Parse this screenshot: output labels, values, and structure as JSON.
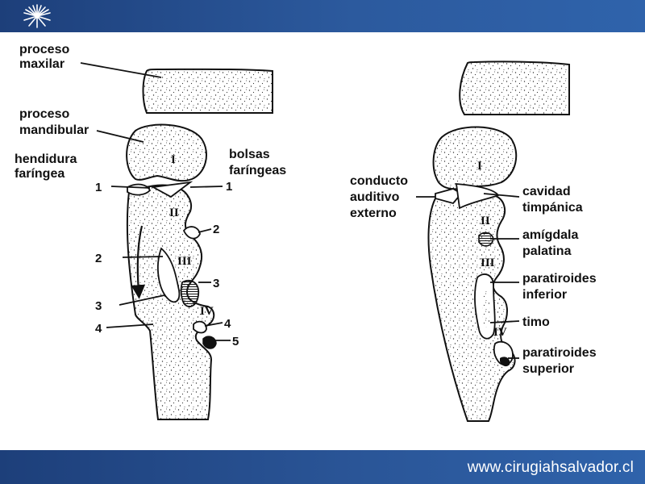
{
  "footer": {
    "url": "www.cirugiahsalvador.cl"
  },
  "left_diagram": {
    "labels": {
      "maxillary": [
        "proceso",
        "maxilar"
      ],
      "mandibular": [
        "proceso",
        "mandibular"
      ],
      "cleft": [
        "hendidura",
        "faríngea"
      ],
      "pouches": [
        "bolsas",
        "faríngeas"
      ]
    },
    "numbers_left": [
      "1",
      "2",
      "3",
      "4"
    ],
    "numbers_right": [
      "1",
      "2",
      "3",
      "4",
      "5"
    ],
    "arches": [
      "I",
      "II",
      "III",
      "IV"
    ]
  },
  "right_diagram": {
    "labels": {
      "ear_canal": [
        "conducto",
        "auditivo",
        "externo"
      ],
      "tympanic": [
        "cavidad",
        "timpánica"
      ],
      "tonsil": [
        "amígdala",
        "palatina"
      ],
      "parathyroid_inf": [
        "paratiroides",
        "inferior"
      ],
      "thymus": [
        "timo"
      ],
      "parathyroid_sup": [
        "paratiroides",
        "superior"
      ]
    },
    "arches": [
      "I",
      "II",
      "III",
      "IV"
    ]
  }
}
